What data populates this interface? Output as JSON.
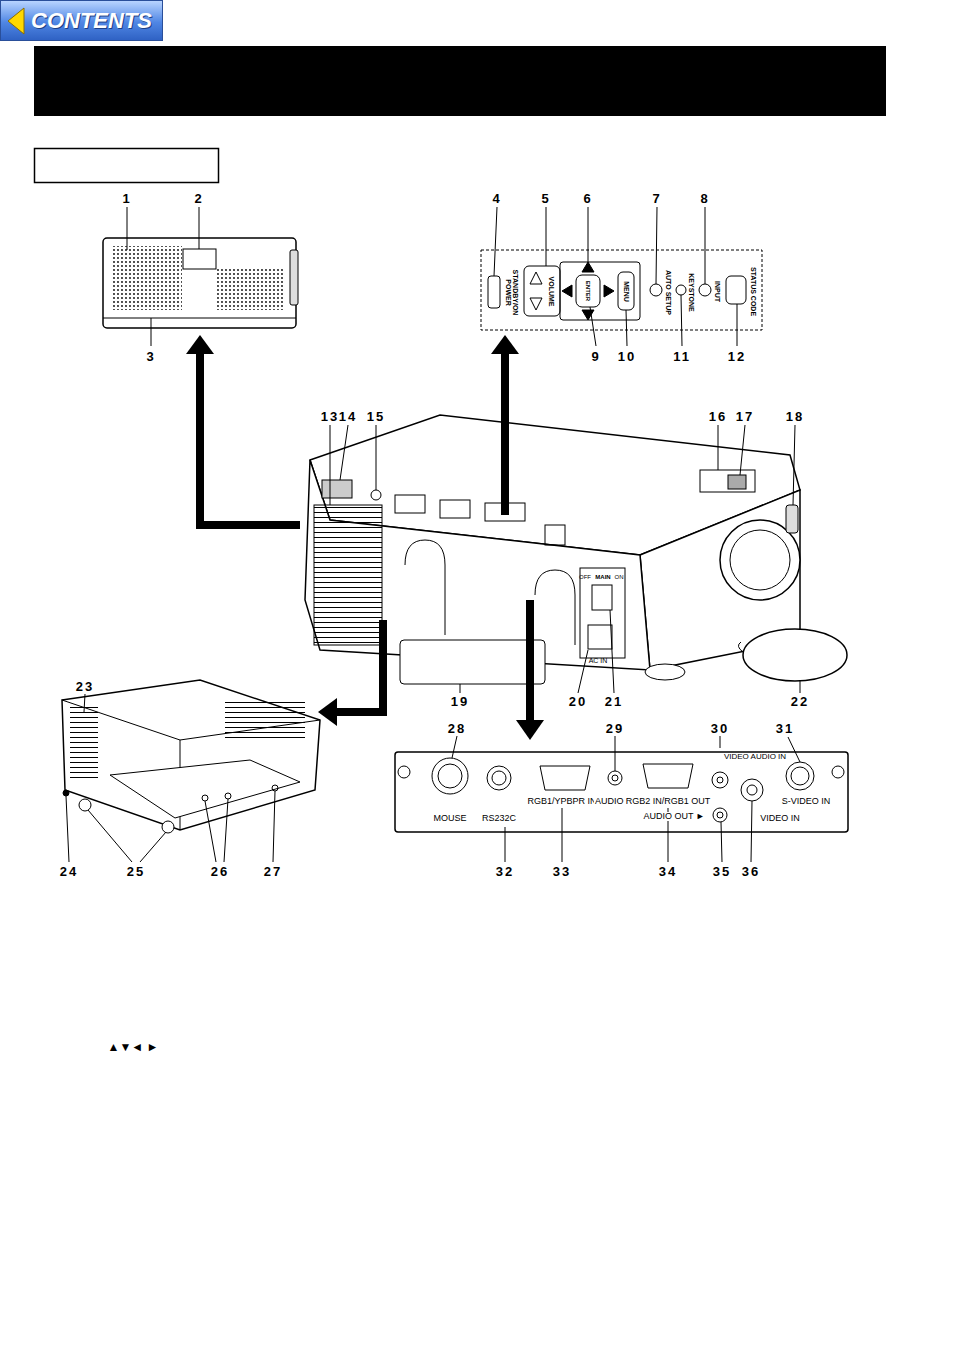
{
  "diagram": {
    "nodes": [
      {
        "text": [
          "CONTENTS"
        ]
      }
    ],
    "labels": [
      "1",
      "2",
      "4",
      "5",
      "6",
      "7",
      "8",
      "POWER",
      "STANDBY/ON",
      "VOLUME",
      "ENTER",
      "MENU",
      "AUTO SETUP",
      "KEYSTONE",
      "INPUT",
      "STATUS CODE",
      "3",
      "9",
      "10",
      "11",
      "12",
      "13",
      "14",
      "15",
      "16",
      "17",
      "18",
      "OFF",
      "MAIN",
      "ON",
      "AC IN",
      "23",
      "19",
      "20",
      "21",
      "22",
      "28",
      "29",
      "30",
      "31",
      "VIDEO AUDIO IN",
      "MOUSE",
      "RS232C",
      "RGB1/YPBPR IN",
      "AUDIO IN",
      "RGB2 IN/RGB1 OUT",
      "S-VIDEO IN",
      "AUDIO OUT ►",
      "VIDEO IN",
      "24",
      "25",
      "26",
      "27",
      "32",
      "33",
      "34",
      "35",
      "36",
      "▲▼◄ ►"
    ]
  }
}
